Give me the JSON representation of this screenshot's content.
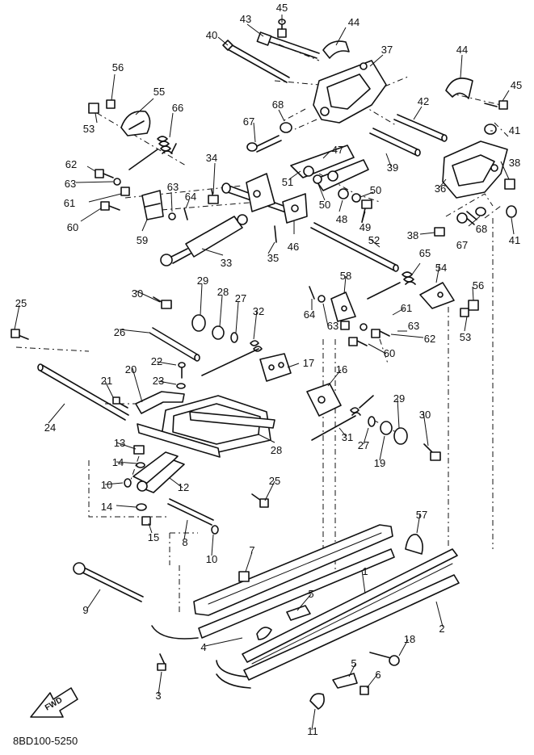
{
  "diagram_code": "8BD100-5250",
  "fwd_label": "FWD",
  "callouts": [
    "45",
    "43",
    "44",
    "40",
    "37",
    "44",
    "56",
    "55",
    "45",
    "66",
    "68",
    "42",
    "53",
    "67",
    "41",
    "47",
    "38",
    "34",
    "62",
    "51",
    "39",
    "36",
    "63",
    "63",
    "64",
    "50",
    "61",
    "50",
    "48",
    "49",
    "60",
    "46",
    "59",
    "52",
    "67",
    "38",
    "68",
    "41",
    "33",
    "35",
    "65",
    "54",
    "56",
    "30",
    "29",
    "28",
    "27",
    "64",
    "58",
    "25",
    "32",
    "63",
    "61",
    "26",
    "63",
    "17",
    "62",
    "53",
    "22",
    "60",
    "23",
    "21",
    "20",
    "16",
    "29",
    "30",
    "24",
    "31",
    "27",
    "13",
    "28",
    "19",
    "14",
    "10",
    "12",
    "25",
    "14",
    "57",
    "15",
    "8",
    "10",
    "7",
    "1",
    "9",
    "5",
    "2",
    "4",
    "18",
    "5",
    "6",
    "3",
    "11"
  ]
}
